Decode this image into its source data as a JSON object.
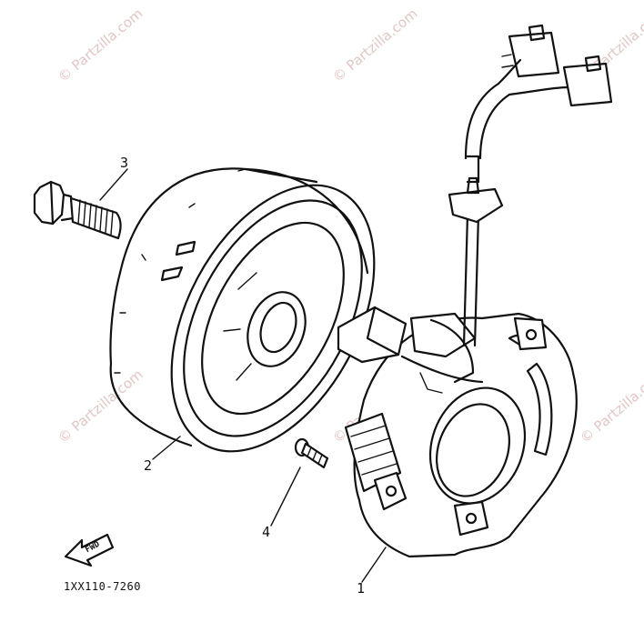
{
  "watermark": {
    "text": "© Partzilla.com"
  },
  "callouts": [
    {
      "id": "1",
      "label": "1"
    },
    {
      "id": "2",
      "label": "2"
    },
    {
      "id": "3",
      "label": "3"
    },
    {
      "id": "4",
      "label": "4"
    }
  ],
  "front_arrow": {
    "label": "FWD"
  },
  "diagram_code": "1XX110-7260",
  "colors": {
    "ink": "#111111",
    "watermark": "#e2c6c6",
    "background": "#ffffff"
  }
}
